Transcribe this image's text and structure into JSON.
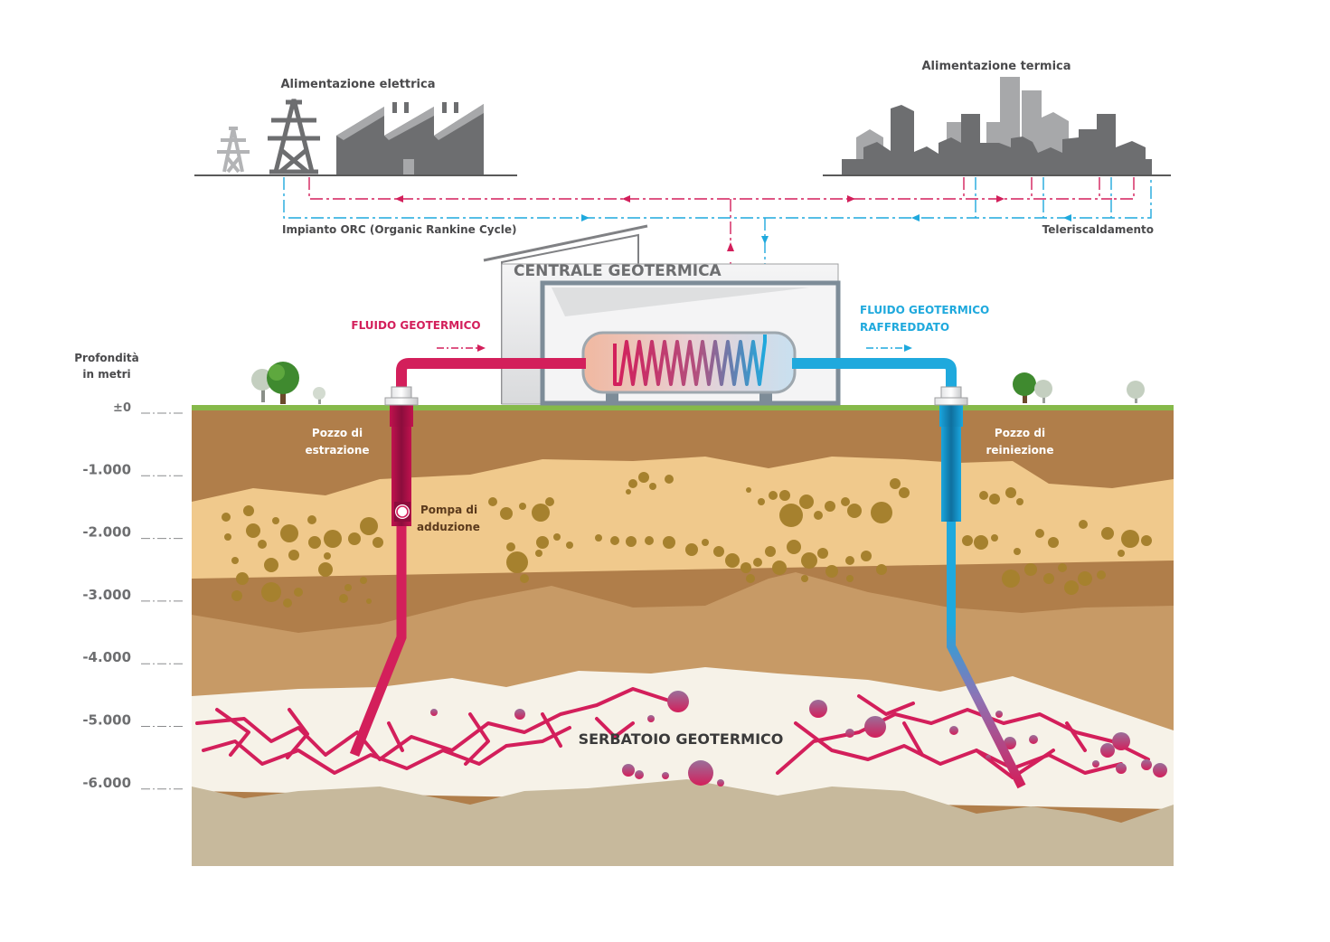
{
  "title": "Centrale geotermica - schema",
  "colors": {
    "hot_fluid": "#d31f5b",
    "cold_fluid": "#1fa9dd",
    "building_grey": "#6d6e70",
    "building_light": "#a7a8aa",
    "soil_top": "#b07e4a",
    "soil_sand": "#f0c98c",
    "soil_mid": "#c79a66",
    "reservoir": "#f6f2e8",
    "bedrock": "#c7b99c",
    "grass": "#86b94a",
    "boulders": "#a6812e"
  },
  "top": {
    "electric_label": "Alimentazione elettrica",
    "thermal_label": "Alimentazione termica",
    "orc_label": "Impianto ORC (Organic Rankine Cycle)",
    "district_heating_label": "Teleriscaldamento"
  },
  "plant": {
    "title": "CENTRALE GEOTERMICA",
    "hot_fluid_label": "FLUIDO GEOTERMICO",
    "cold_fluid_label_line1": "FLUIDO GEOTERMICO",
    "cold_fluid_label_line2": "RAFFREDDATO"
  },
  "depth_axis": {
    "title_line1": "Profondità",
    "title_line2": "in metri",
    "ticks": [
      "±0",
      "-1.000",
      "-2.000",
      "-3.000",
      "-4.000",
      "-5.000",
      "-6.000"
    ]
  },
  "wells": {
    "extraction_line1": "Pozzo di",
    "extraction_line2": "estrazione",
    "pump_line1": "Pompa di",
    "pump_line2": "adduzione",
    "reinjection_line1": "Pozzo di",
    "reinjection_line2": "reiniezione"
  },
  "reservoir": {
    "label": "SERBATOIO GEOTERMICO"
  }
}
